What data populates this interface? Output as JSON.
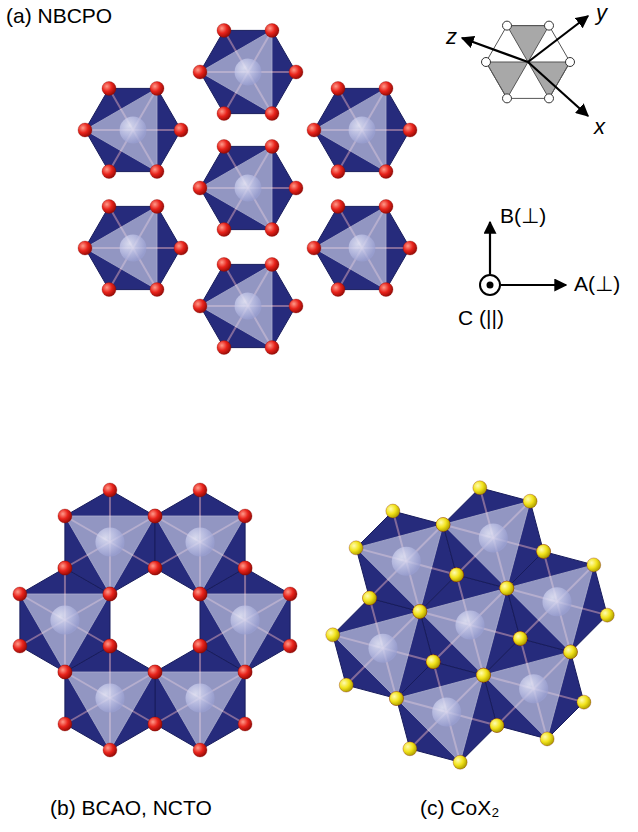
{
  "diagram": {
    "labels": [
      "(a) NBCPO",
      "y",
      "z",
      "x",
      "B(⊥)",
      "A(⊥)",
      "C (||)",
      "(b) BCAO, NCTO",
      "(c) CoX₂"
    ]
  }
}
